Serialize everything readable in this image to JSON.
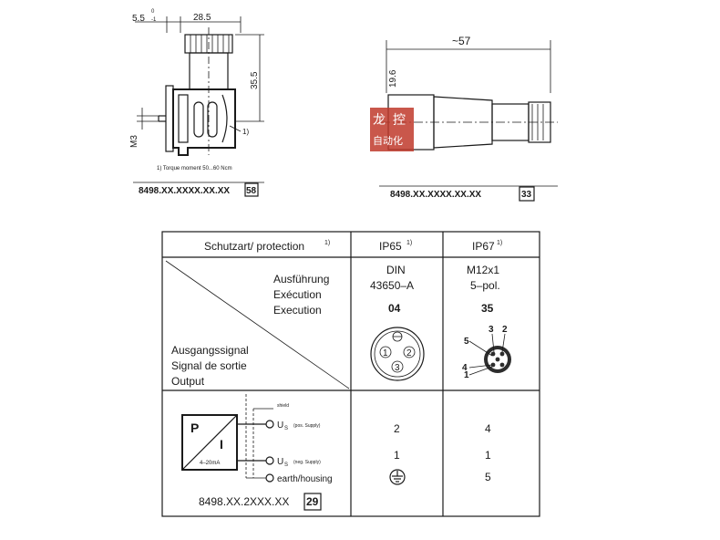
{
  "left_drawing": {
    "dim_offset": "5.5",
    "dim_tol_top": "0",
    "dim_tol_bottom": "-1",
    "dim_width": "28.5",
    "dim_height": "35.5",
    "dim_thread": "M3",
    "callout": "1)",
    "footnote": "1) Torque moment 50...60 Ncm",
    "code_prefix": "8498.XX.XXXX.XX.XX",
    "code_suffix": "58"
  },
  "right_drawing": {
    "dim_length": "~57",
    "dim_diameter": "19.6",
    "code_prefix": "8498.XX.XXXX.XX.XX",
    "code_suffix": "33"
  },
  "watermark": {
    "line1_a": "龙",
    "line1_b": "控",
    "line2": "自动化",
    "color": "#c0392b"
  },
  "table": {
    "header_label": "Schutzart/ protection",
    "header_note": "1)",
    "col1_header": "IP65",
    "col1_note": "1)",
    "col2_header": "IP67",
    "col2_note": "1)",
    "variant_labels": [
      "Ausführung",
      "Exécution",
      "Execution"
    ],
    "signal_labels": [
      "Ausgangssignal",
      "Signal de sortie",
      "Output"
    ],
    "col1_variant": [
      "DIN",
      "43650–A"
    ],
    "col1_code": "04",
    "col2_variant": [
      "M12x1",
      "5–pol."
    ],
    "col2_code": "35",
    "din_pins": [
      "1",
      "2",
      "3"
    ],
    "m12_pins": [
      "1",
      "2",
      "3",
      "4",
      "5"
    ],
    "circuit": {
      "p": "P",
      "i": "I",
      "range": "4–20mA",
      "shield": "shield",
      "us": "U",
      "us_sub": "S",
      "pos_supply": "(pos. Supply)",
      "neg_supply": "(neg. Supply)",
      "earth": "earth/housing"
    },
    "circuit_code_prefix": "8498.XX.2XXX.XX",
    "circuit_code_suffix": "29",
    "col1_pins": [
      "2",
      "1"
    ],
    "col2_pins": [
      "4",
      "1",
      "5"
    ]
  }
}
